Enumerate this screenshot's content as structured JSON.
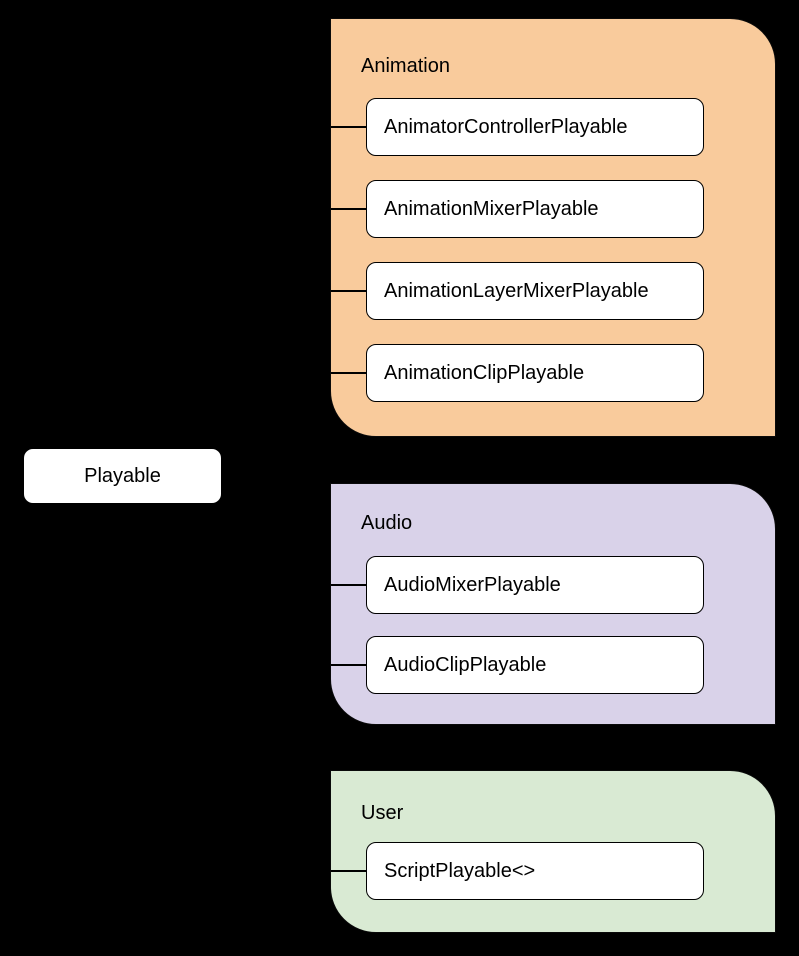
{
  "diagram": {
    "background_color": "#000000",
    "node_fill_color": "#ffffff",
    "line_color": "#000000",
    "root": {
      "label": "Playable"
    },
    "groups": [
      {
        "label": "Animation",
        "color": "#f9cb9c",
        "children": [
          "AnimatorControllerPlayable",
          "AnimationMixerPlayable",
          "AnimationLayerMixerPlayable",
          "AnimationClipPlayable"
        ]
      },
      {
        "label": "Audio",
        "color": "#d9d2e9",
        "children": [
          "AudioMixerPlayable",
          "AudioClipPlayable"
        ]
      },
      {
        "label": "User",
        "color": "#d9ead3",
        "children": [
          "ScriptPlayable<>"
        ]
      }
    ]
  }
}
